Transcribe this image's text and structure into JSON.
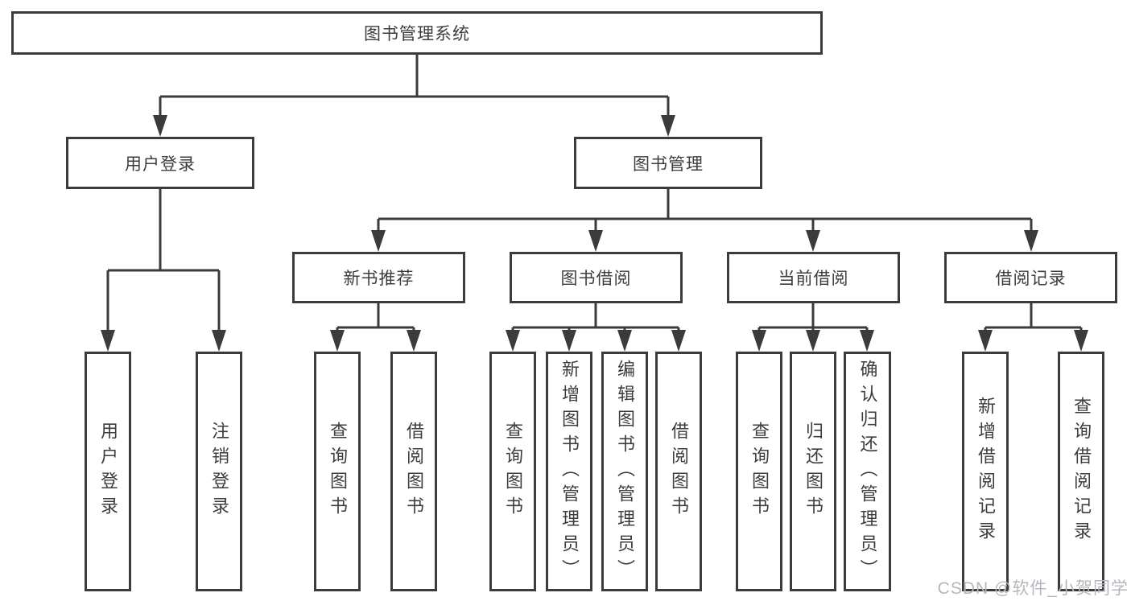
{
  "tree": {
    "root": {
      "label": "图书管理系统"
    },
    "children": [
      {
        "label": "用户登录",
        "leaves": [
          "用户登录",
          "注销登录"
        ]
      },
      {
        "label": "图书管理",
        "children": [
          {
            "label": "新书推荐",
            "leaves": [
              "查询图书",
              "借阅图书"
            ]
          },
          {
            "label": "图书借阅",
            "leaves": [
              "查询图书",
              "新增图书（管理员）",
              "编辑图书（管理员）",
              "借阅图书"
            ]
          },
          {
            "label": "当前借阅",
            "leaves": [
              "查询图书",
              "归还图书",
              "确认归还（管理员）"
            ]
          },
          {
            "label": "借阅记录",
            "leaves": [
              "新增借阅记录",
              "查询借阅记录"
            ]
          }
        ]
      }
    ]
  },
  "watermark": {
    "text": "CSDN @软件_小贺同学"
  },
  "colors": {
    "line": "#3b3b3b",
    "text": "#3d3d3d",
    "watermark": "#b4b8bc",
    "background": "#ffffff"
  }
}
